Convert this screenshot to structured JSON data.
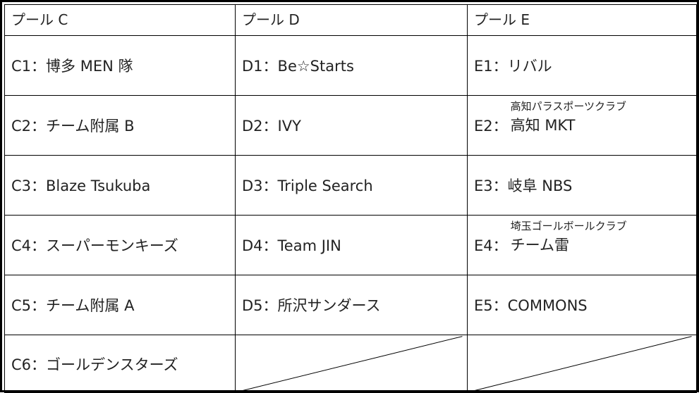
{
  "pools": [
    {
      "header": "プール C",
      "teams": [
        "C1：博多 MEN 隊",
        "C2：チーム附属 B",
        "C3：Blaze Tsukuba",
        "C4：スーパーモンキーズ",
        "C5：チーム附属 A",
        "C6：ゴールデンスターズ"
      ]
    },
    {
      "header": "プール D",
      "teams": [
        "D1：Be☆Starts",
        "D2：IVY",
        "D3：Triple Search",
        "D4：Team JIN",
        "D5：所沢サンダース"
      ]
    },
    {
      "header": "プール E",
      "teams": [
        "E1：リバル",
        "E3：岐阜 NBS",
        "E5：COMMONS"
      ],
      "stacked": [
        {
          "code": "E2：",
          "note": "高知パラスポーツクラブ",
          "name": "高知 MKT"
        },
        {
          "code": "E4：",
          "note": "埼玉ゴールボールクラブ",
          "name": "チーム雷"
        }
      ]
    }
  ]
}
